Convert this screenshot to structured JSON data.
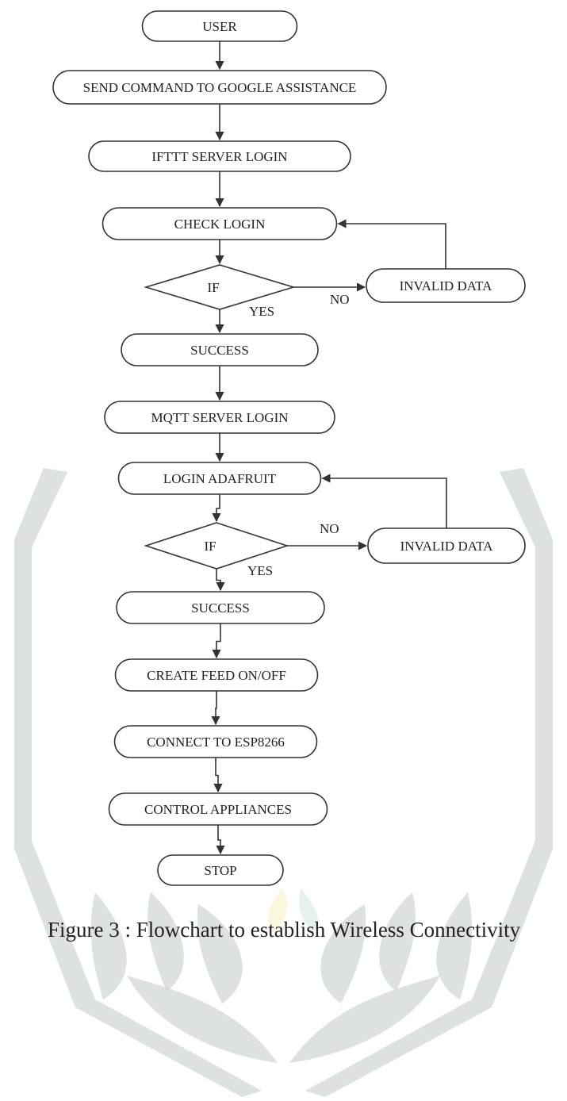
{
  "diagram": {
    "nodes": [
      {
        "id": "user",
        "shape": "terminator",
        "label": "USER"
      },
      {
        "id": "send",
        "shape": "terminator",
        "label": "SEND COMMAND TO GOOGLE ASSISTANCE"
      },
      {
        "id": "ifttt",
        "shape": "terminator",
        "label": "IFTTT SERVER LOGIN"
      },
      {
        "id": "check",
        "shape": "terminator",
        "label": "CHECK LOGIN"
      },
      {
        "id": "if1",
        "shape": "decision",
        "label": "IF"
      },
      {
        "id": "invalid1",
        "shape": "terminator",
        "label": "INVALID DATA"
      },
      {
        "id": "success1",
        "shape": "terminator",
        "label": "SUCCESS"
      },
      {
        "id": "mqtt",
        "shape": "terminator",
        "label": "MQTT SERVER LOGIN"
      },
      {
        "id": "adafruit",
        "shape": "terminator",
        "label": "LOGIN ADAFRUIT"
      },
      {
        "id": "if2",
        "shape": "decision",
        "label": "IF"
      },
      {
        "id": "invalid2",
        "shape": "terminator",
        "label": "INVALID DATA"
      },
      {
        "id": "success2",
        "shape": "terminator",
        "label": "SUCCESS"
      },
      {
        "id": "feed",
        "shape": "terminator",
        "label": "CREATE FEED ON/OFF"
      },
      {
        "id": "esp",
        "shape": "terminator",
        "label": "CONNECT TO ESP8266"
      },
      {
        "id": "control",
        "shape": "terminator",
        "label": "CONTROL APPLIANCES"
      },
      {
        "id": "stop",
        "shape": "terminator",
        "label": "STOP"
      }
    ],
    "edges": [
      {
        "from": "user",
        "to": "send",
        "label": ""
      },
      {
        "from": "send",
        "to": "ifttt",
        "label": ""
      },
      {
        "from": "ifttt",
        "to": "check",
        "label": ""
      },
      {
        "from": "check",
        "to": "if1",
        "label": ""
      },
      {
        "from": "if1",
        "to": "invalid1",
        "label": "NO"
      },
      {
        "from": "invalid1",
        "to": "check",
        "label": ""
      },
      {
        "from": "if1",
        "to": "success1",
        "label": "YES"
      },
      {
        "from": "success1",
        "to": "mqtt",
        "label": ""
      },
      {
        "from": "mqtt",
        "to": "adafruit",
        "label": ""
      },
      {
        "from": "adafruit",
        "to": "if2",
        "label": ""
      },
      {
        "from": "if2",
        "to": "invalid2",
        "label": "NO"
      },
      {
        "from": "invalid2",
        "to": "adafruit",
        "label": ""
      },
      {
        "from": "if2",
        "to": "success2",
        "label": "YES"
      },
      {
        "from": "success2",
        "to": "feed",
        "label": ""
      },
      {
        "from": "feed",
        "to": "esp",
        "label": ""
      },
      {
        "from": "esp",
        "to": "control",
        "label": ""
      },
      {
        "from": "control",
        "to": "stop",
        "label": ""
      }
    ]
  },
  "caption": "Figure 3 : Flowchart to establish Wireless Connectivity",
  "colors": {
    "line": "#333333",
    "watermark": "#c3c8c8",
    "watermark_yellow": "#f7f0c4",
    "watermark_green": "#cfe6d8"
  }
}
